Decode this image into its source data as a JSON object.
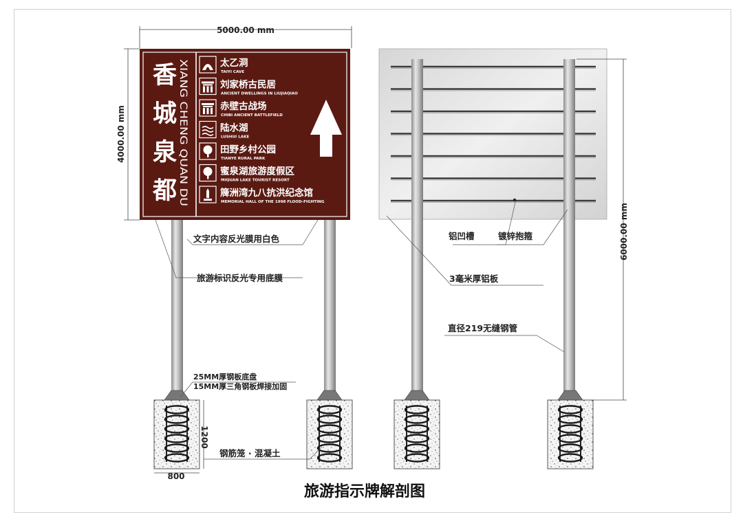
{
  "dimensions": {
    "width": "5000.00 mm",
    "height": "4000.00 mm",
    "pole_height": "6000.00 mm",
    "base_height": "1200",
    "base_width": "800"
  },
  "sign": {
    "title_cn": "香城泉都",
    "title_en": "XIANG CHENG QUAN DU",
    "background_color": "#5a1a12",
    "destinations": [
      {
        "icon": "cave-icon",
        "cn": "太乙洞",
        "en": "TAIYI CAVE"
      },
      {
        "icon": "gate-icon",
        "cn": "刘家桥古民居",
        "en": "ANCIENT DWELLINGS IN LIUJIAQIAO"
      },
      {
        "icon": "gate-icon",
        "cn": "赤壁古战场",
        "en": "CHIBI  ANCIENT  BATTLEFIELD"
      },
      {
        "icon": "lake-icon",
        "cn": "陆水湖",
        "en": "LUSHUI  LAKE"
      },
      {
        "icon": "tree-icon",
        "cn": "田野乡村公园",
        "en": "TIANYE RURAL PARK"
      },
      {
        "icon": "tree-icon",
        "cn": "蜜泉湖旅游度假区",
        "en": "MIQUAN LAKE TOURIST RESORT"
      },
      {
        "icon": "monument-icon",
        "cn": "簰洲湾九八抗洪纪念馆",
        "en": "MEMORIAL HALL OF THE 1998 FLOOD-FIGHTING"
      }
    ]
  },
  "annotations": {
    "white_text_film": "文字内容反光膜用白色",
    "base_film": "旅游标识反光专用底膜",
    "aluminum_groove": "铝凹槽",
    "galvanized_hoop": "镀锌抱箍",
    "aluminum_plate": "3毫米厚铝板",
    "steel_pipe": "直径219无缝钢管",
    "steel_base_line1": "25MM厚钢板底盘",
    "steel_base_line2": "15MM厚三角钢板焊接加固",
    "rebar_concrete": "钢筋笼 · 混凝土"
  },
  "caption": "旅游指示牌解剖图"
}
